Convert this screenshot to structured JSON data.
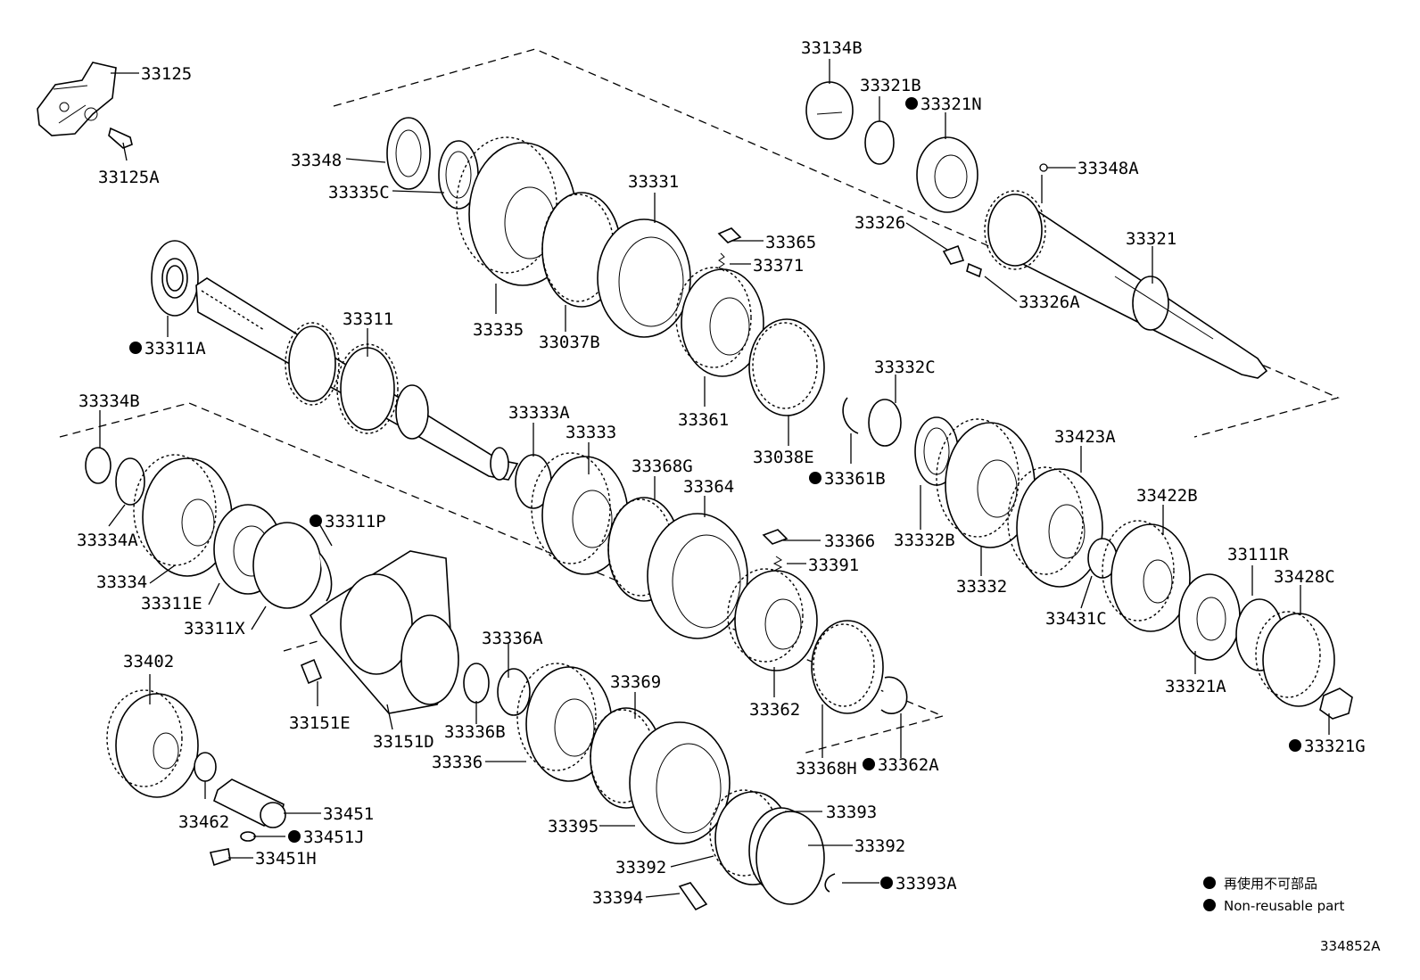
{
  "parts": [
    {
      "id": "p33125",
      "label": "33125"
    },
    {
      "id": "p33125A",
      "label": "33125A"
    },
    {
      "id": "p33348",
      "label": "33348"
    },
    {
      "id": "p33335C",
      "label": "33335C"
    },
    {
      "id": "p33331",
      "label": "33331"
    },
    {
      "id": "p33134B",
      "label": "33134B"
    },
    {
      "id": "p33321B",
      "label": "33321B"
    },
    {
      "id": "p33321N",
      "label": "33321N",
      "non_reusable": true
    },
    {
      "id": "p33348A",
      "label": "33348A"
    },
    {
      "id": "p33326",
      "label": "33326"
    },
    {
      "id": "p33321",
      "label": "33321"
    },
    {
      "id": "p33326A",
      "label": "33326A"
    },
    {
      "id": "p33365",
      "label": "33365"
    },
    {
      "id": "p33371",
      "label": "33371"
    },
    {
      "id": "p33311",
      "label": "33311"
    },
    {
      "id": "p33311A",
      "label": "33311A",
      "non_reusable": true
    },
    {
      "id": "p33335",
      "label": "33335"
    },
    {
      "id": "p33037B",
      "label": "33037B"
    },
    {
      "id": "p33361",
      "label": "33361"
    },
    {
      "id": "p33332C",
      "label": "33332C"
    },
    {
      "id": "p33038E",
      "label": "33038E"
    },
    {
      "id": "p33361B",
      "label": "33361B",
      "non_reusable": true
    },
    {
      "id": "p33334B",
      "label": "33334B"
    },
    {
      "id": "p33333A",
      "label": "33333A"
    },
    {
      "id": "p33333",
      "label": "33333"
    },
    {
      "id": "p33368G",
      "label": "33368G"
    },
    {
      "id": "p33364",
      "label": "33364"
    },
    {
      "id": "p33423A",
      "label": "33423A"
    },
    {
      "id": "p33422B",
      "label": "33422B"
    },
    {
      "id": "p33334A",
      "label": "33334A"
    },
    {
      "id": "p33311P",
      "label": "33311P",
      "non_reusable": true
    },
    {
      "id": "p33366",
      "label": "33366"
    },
    {
      "id": "p33391",
      "label": "33391"
    },
    {
      "id": "p33332B",
      "label": "33332B"
    },
    {
      "id": "p33111R",
      "label": "33111R"
    },
    {
      "id": "p33428C",
      "label": "33428C"
    },
    {
      "id": "p33334",
      "label": "33334"
    },
    {
      "id": "p33311E",
      "label": "33311E"
    },
    {
      "id": "p33332",
      "label": "33332"
    },
    {
      "id": "p33311X",
      "label": "33311X"
    },
    {
      "id": "p33431C",
      "label": "33431C"
    },
    {
      "id": "p33402",
      "label": "33402"
    },
    {
      "id": "p33336A",
      "label": "33336A"
    },
    {
      "id": "p33369",
      "label": "33369"
    },
    {
      "id": "p33321A",
      "label": "33321A"
    },
    {
      "id": "p33362",
      "label": "33362"
    },
    {
      "id": "p33151E",
      "label": "33151E"
    },
    {
      "id": "p33151D",
      "label": "33151D"
    },
    {
      "id": "p33336B",
      "label": "33336B"
    },
    {
      "id": "p33321G",
      "label": "33321G",
      "non_reusable": true
    },
    {
      "id": "p33336",
      "label": "33336"
    },
    {
      "id": "p33368H",
      "label": "33368H"
    },
    {
      "id": "p33362A",
      "label": "33362A",
      "non_reusable": true
    },
    {
      "id": "p33393",
      "label": "33393"
    },
    {
      "id": "p33451",
      "label": "33451"
    },
    {
      "id": "p33462",
      "label": "33462"
    },
    {
      "id": "p33395",
      "label": "33395"
    },
    {
      "id": "p33451J",
      "label": "33451J",
      "non_reusable": true
    },
    {
      "id": "p33392a",
      "label": "33392"
    },
    {
      "id": "p33451H",
      "label": "33451H"
    },
    {
      "id": "p33392b",
      "label": "33392"
    },
    {
      "id": "p33393A",
      "label": "33393A",
      "non_reusable": true
    },
    {
      "id": "p33394",
      "label": "33394"
    }
  ],
  "legend": {
    "japanese": "再使用不可部品",
    "english": "Non-reusable part"
  },
  "figure_id": "334852A"
}
